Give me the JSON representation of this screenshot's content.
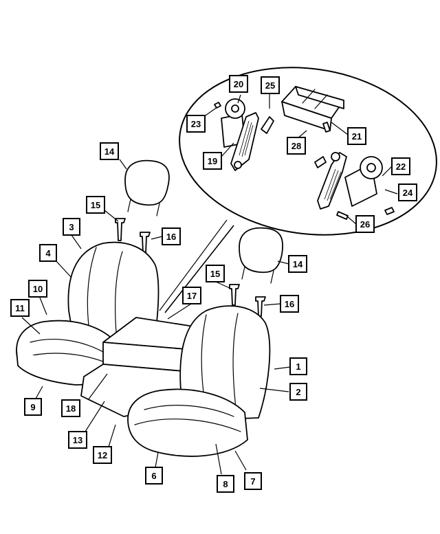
{
  "callouts": [
    {
      "id": "c1",
      "label": "1"
    },
    {
      "id": "c2",
      "label": "2"
    },
    {
      "id": "c3",
      "label": "3"
    },
    {
      "id": "c4",
      "label": "4"
    },
    {
      "id": "c6",
      "label": "6"
    },
    {
      "id": "c7",
      "label": "7"
    },
    {
      "id": "c8",
      "label": "8"
    },
    {
      "id": "c9",
      "label": "9"
    },
    {
      "id": "c10",
      "label": "10"
    },
    {
      "id": "c11",
      "label": "11"
    },
    {
      "id": "c12",
      "label": "12"
    },
    {
      "id": "c13",
      "label": "13"
    },
    {
      "id": "c14a",
      "label": "14"
    },
    {
      "id": "c14b",
      "label": "14"
    },
    {
      "id": "c15a",
      "label": "15"
    },
    {
      "id": "c15b",
      "label": "15"
    },
    {
      "id": "c16a",
      "label": "16"
    },
    {
      "id": "c16b",
      "label": "16"
    },
    {
      "id": "c17",
      "label": "17"
    },
    {
      "id": "c18",
      "label": "18"
    },
    {
      "id": "c19",
      "label": "19"
    },
    {
      "id": "c20",
      "label": "20"
    },
    {
      "id": "c21",
      "label": "21"
    },
    {
      "id": "c22",
      "label": "22"
    },
    {
      "id": "c23",
      "label": "23"
    },
    {
      "id": "c24",
      "label": "24"
    },
    {
      "id": "c25",
      "label": "25"
    },
    {
      "id": "c26",
      "label": "26"
    },
    {
      "id": "c28",
      "label": "28"
    }
  ]
}
